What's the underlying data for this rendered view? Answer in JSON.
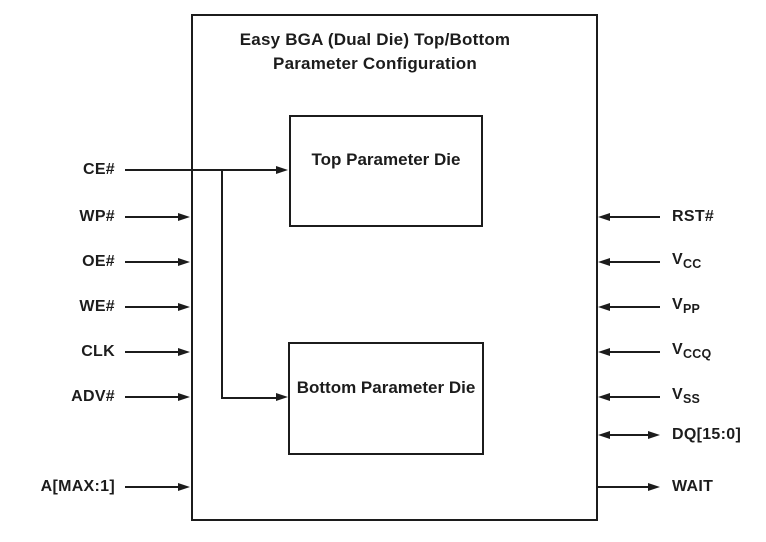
{
  "diagram": {
    "title_line1": "Easy BGA (Dual Die) Top/Bottom",
    "title_line2": "Parameter Configuration",
    "top_die_label": "Top Parameter Die",
    "bottom_die_label": "Bottom Parameter Die"
  },
  "signals": {
    "left": [
      {
        "label": "CE#",
        "direction": "input",
        "connects_to": "top and bottom parameter dies"
      },
      {
        "label": "WP#",
        "direction": "input"
      },
      {
        "label": "OE#",
        "direction": "input"
      },
      {
        "label": "WE#",
        "direction": "input"
      },
      {
        "label": "CLK",
        "direction": "input"
      },
      {
        "label": "ADV#",
        "direction": "input"
      },
      {
        "label": "A[MAX:1]",
        "direction": "input"
      }
    ],
    "right": [
      {
        "main": "RST#",
        "sub": "",
        "direction": "input"
      },
      {
        "main": "V",
        "sub": "CC",
        "direction": "input"
      },
      {
        "main": "V",
        "sub": "PP",
        "direction": "input"
      },
      {
        "main": "V",
        "sub": "CCQ",
        "direction": "input"
      },
      {
        "main": "V",
        "sub": "SS",
        "direction": "input"
      },
      {
        "main": "DQ[15:0]",
        "sub": "",
        "direction": "bidirectional"
      },
      {
        "main": "WAIT",
        "sub": "",
        "direction": "output"
      }
    ]
  },
  "colors": {
    "line": "#1c1c1c",
    "background": "#ffffff"
  }
}
